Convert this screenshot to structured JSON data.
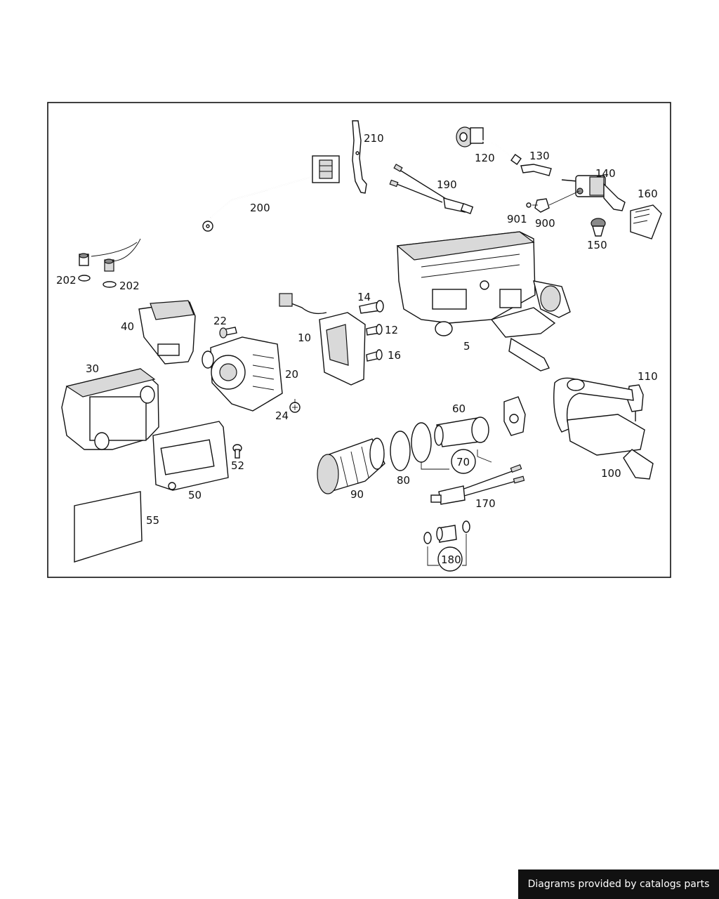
{
  "labels": {
    "p5": "5",
    "p10": "10",
    "p12": "12",
    "p14": "14",
    "p16": "16",
    "p20": "20",
    "p22": "22",
    "p24": "24",
    "p30": "30",
    "p40": "40",
    "p50": "50",
    "p52": "52",
    "p55": "55",
    "p60": "60",
    "p70": "70",
    "p80": "80",
    "p90": "90",
    "p100": "100",
    "p110": "110",
    "p120": "120",
    "p130": "130",
    "p140": "140",
    "p150": "150",
    "p160": "160",
    "p170": "170",
    "p180": "180",
    "p190": "190",
    "p200": "200",
    "p202a": "202",
    "p202b": "202",
    "p210": "210",
    "p900": "900",
    "p901": "901"
  },
  "footer": {
    "credit": "Diagrams provided by catalogs parts"
  }
}
